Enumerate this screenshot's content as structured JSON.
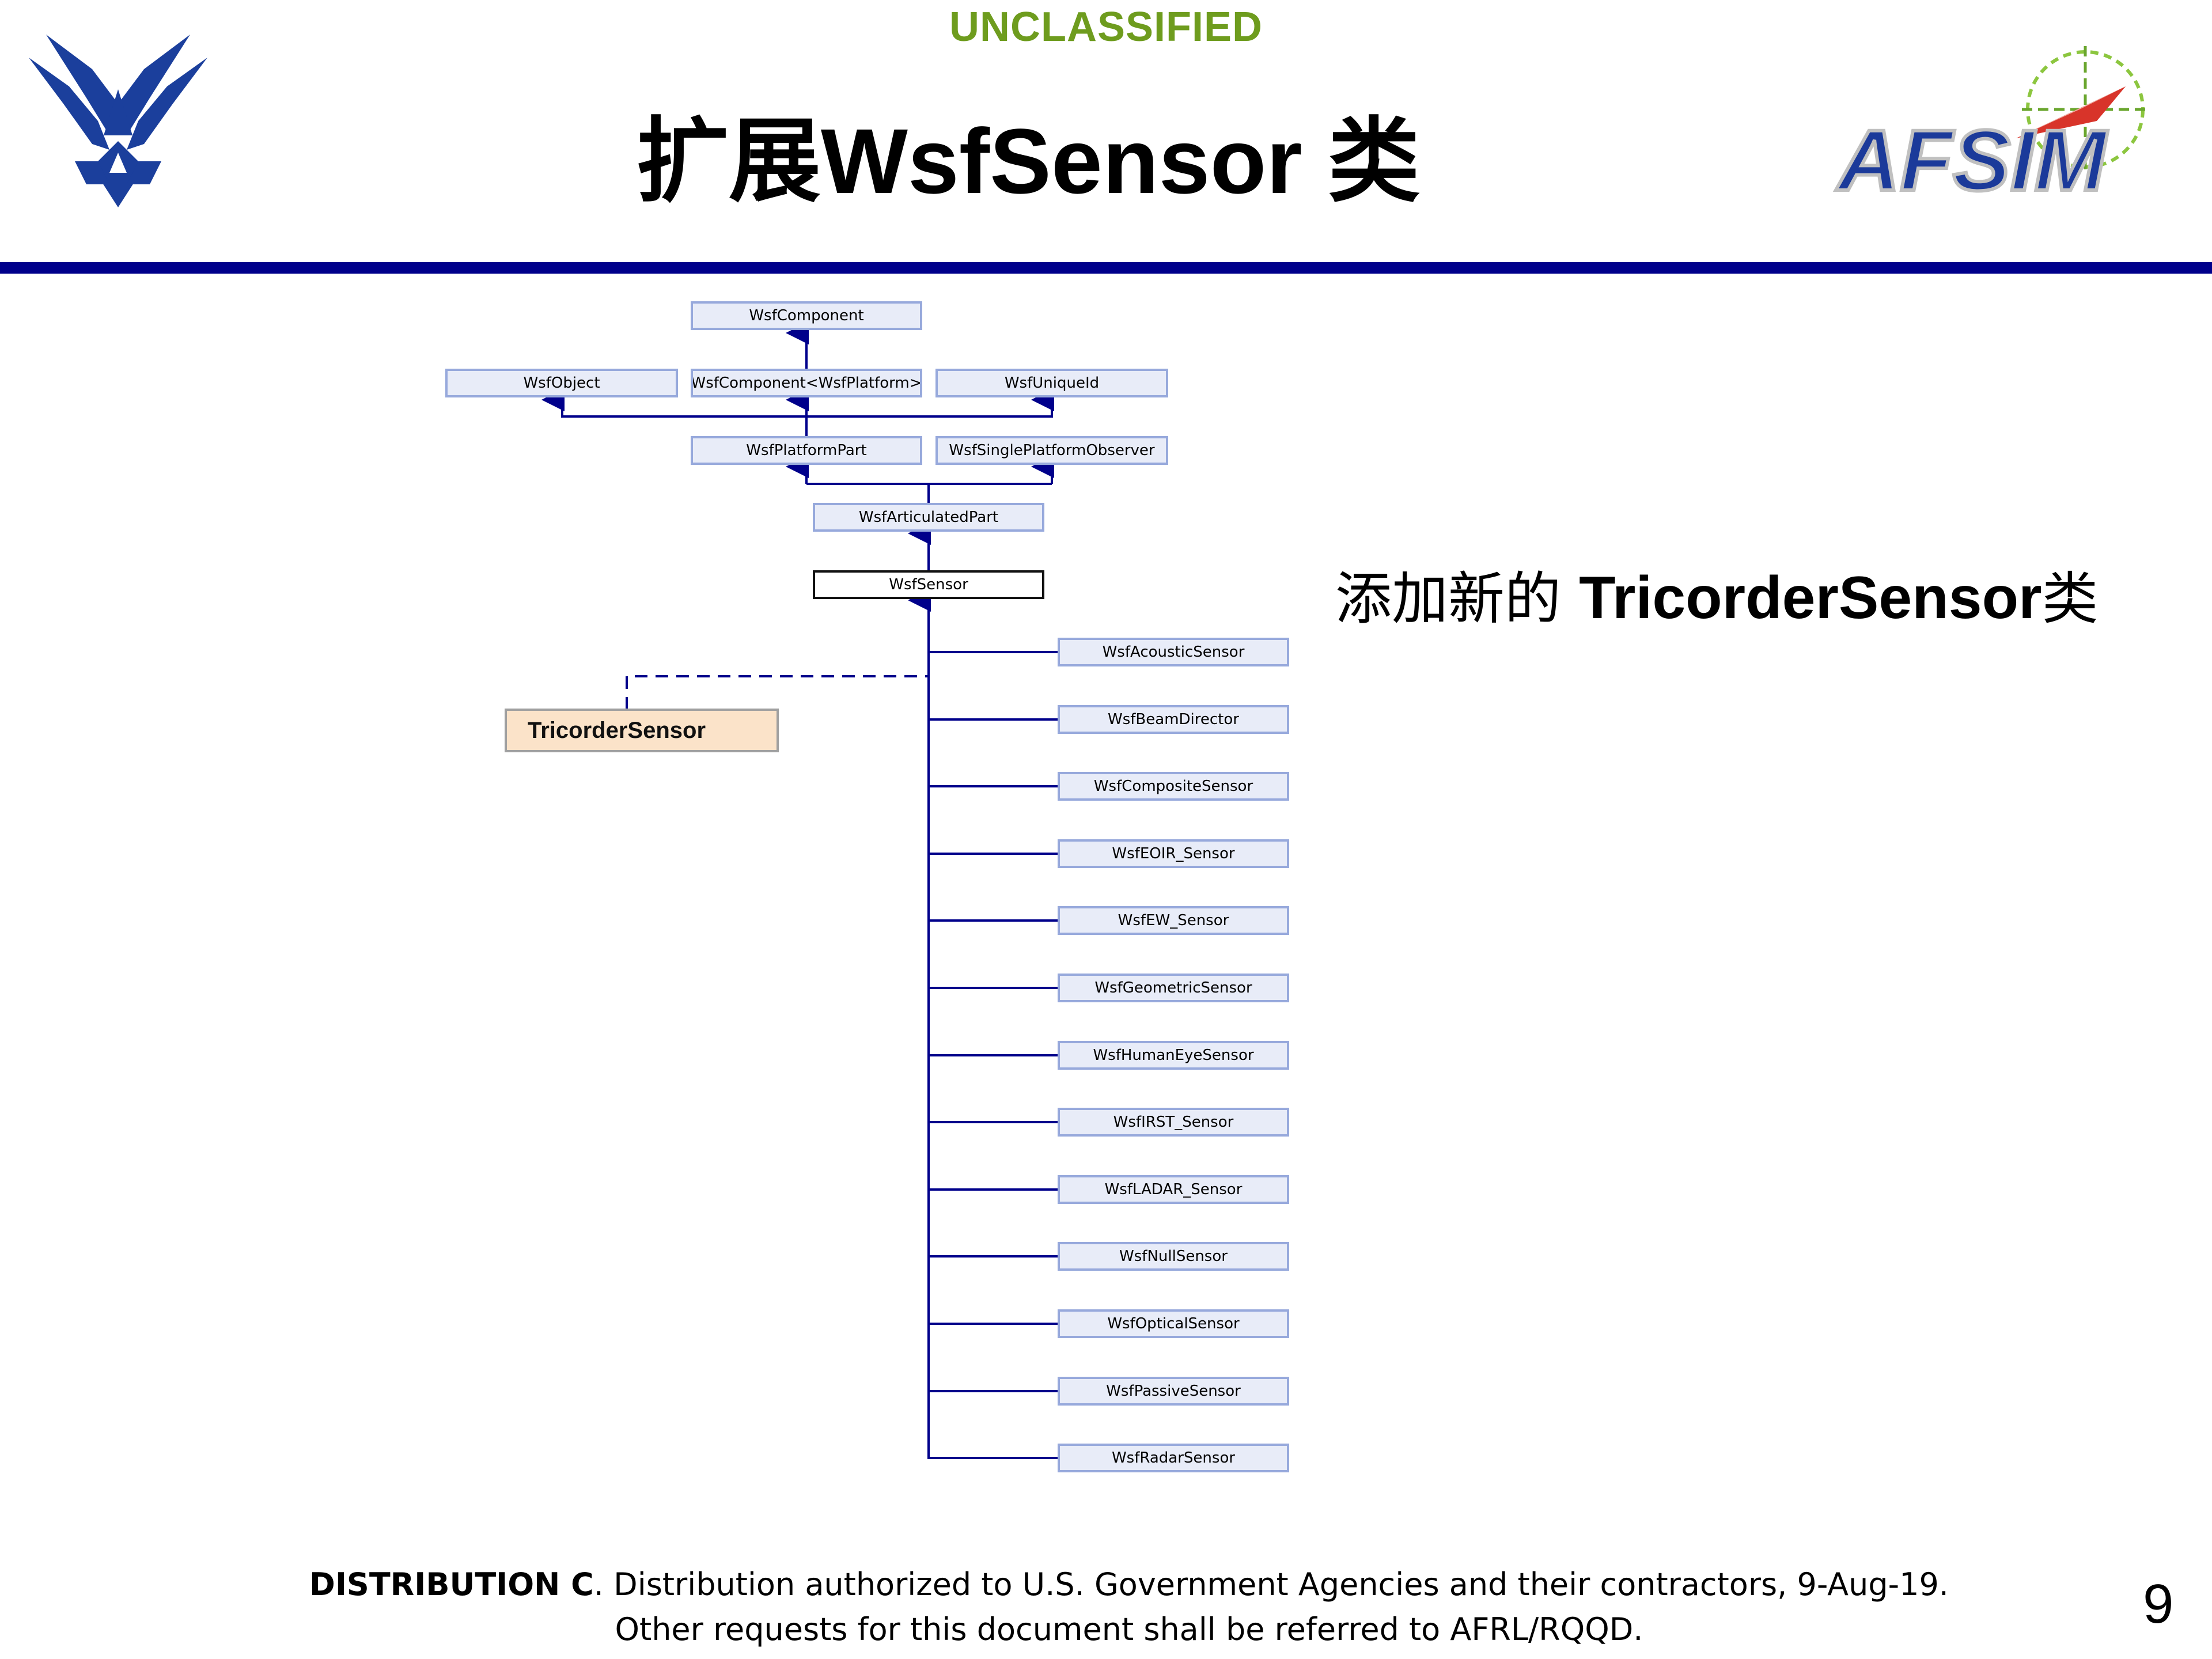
{
  "header": {
    "classification": "UNCLASSIFIED",
    "title": "扩展WsfSensor 类"
  },
  "logos": {
    "left_logo_icon": "us-air-force-wings-icon",
    "right_logo_text": "AFSIM",
    "right_logo_icon": "afsim-crosshair-logo"
  },
  "diagram": {
    "components": {
      "wsf_component": "WsfComponent",
      "wsf_object": "WsfObject",
      "wsf_component_platform": "WsfComponent<WsfPlatform>",
      "wsf_unique_id": "WsfUniqueId",
      "wsf_platform_part": "WsfPlatformPart",
      "wsf_single_platform_observer": "WsfSinglePlatformObserver",
      "wsf_articulated_part": "WsfArticulatedPart",
      "wsf_sensor": "WsfSensor"
    },
    "new_class": "TricorderSensor",
    "derived": [
      "WsfAcousticSensor",
      "WsfBeamDirector",
      "WsfCompositeSensor",
      "WsfEOIR_Sensor",
      "WsfEW_Sensor",
      "WsfGeometricSensor",
      "WsfHumanEyeSensor",
      "WsfIRST_Sensor",
      "WsfLADAR_Sensor",
      "WsfNullSensor",
      "WsfOpticalSensor",
      "WsfPassiveSensor",
      "WsfRadarSensor"
    ],
    "colors": {
      "line": "#00008b",
      "node_fill": "#e8ecf8",
      "node_border": "#97a9dc",
      "new_class_fill": "#fbe3c9"
    }
  },
  "annotation": {
    "prefix": "添加新的 ",
    "class_name": "TricorderSensor",
    "suffix": "类"
  },
  "footer": {
    "line1_bold": "DISTRIBUTION C",
    "line1_rest": ". Distribution authorized to U.S. Government Agencies and their contractors, 9-Aug-19.",
    "line2": "Other requests for this document shall be referred to AFRL/RQQD."
  },
  "page_number": "9"
}
